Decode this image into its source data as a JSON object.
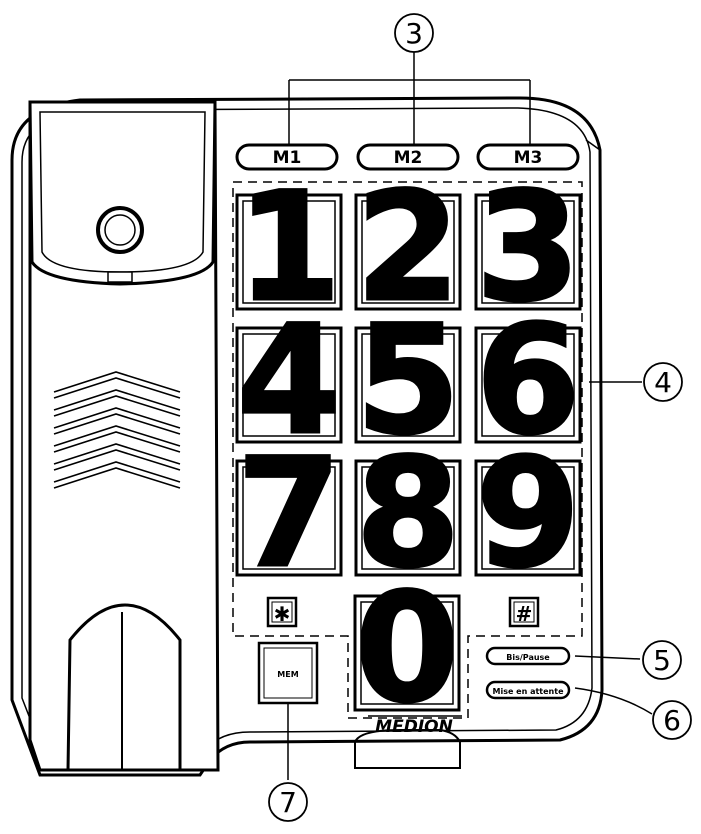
{
  "memory_keys": [
    "M1",
    "M2",
    "M3"
  ],
  "digit_keys": [
    "1",
    "2",
    "3",
    "4",
    "5",
    "6",
    "7",
    "8",
    "9"
  ],
  "zero_key": "0",
  "star_key": "✱",
  "hash_key": "#",
  "mem_key": "MEM",
  "redial_key": "Bis/Pause",
  "hold_key": "Mise en attente",
  "brand": "MEDION",
  "callouts": [
    "3",
    "4",
    "5",
    "6",
    "7"
  ]
}
